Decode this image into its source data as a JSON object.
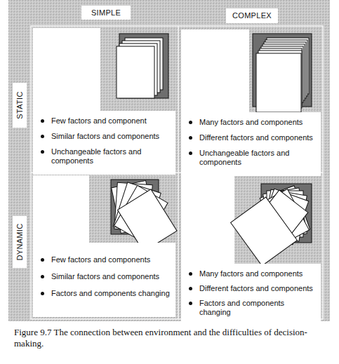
{
  "diagram": {
    "caption": "Figure 9.7 The connection between environment and the difficulties of decision-making.",
    "nodes": [
      {
        "text": [
          "Few factors and component",
          "Similar factors and components",
          "Unchangeable factors and components"
        ]
      },
      {
        "text": [
          "Many factors and components",
          "Different factors and components",
          "Unchangeable factors and components"
        ]
      },
      {
        "text": [
          "Few factors and components",
          "Similar factors and components",
          "Factors and components changing"
        ]
      },
      {
        "text": [
          "Many factors and components",
          "Different factors and components",
          "Factors and components changing"
        ]
      }
    ],
    "labels": [
      "SIMPLE",
      "COMPLEX",
      "STATIC",
      "DYNAMIC"
    ]
  }
}
